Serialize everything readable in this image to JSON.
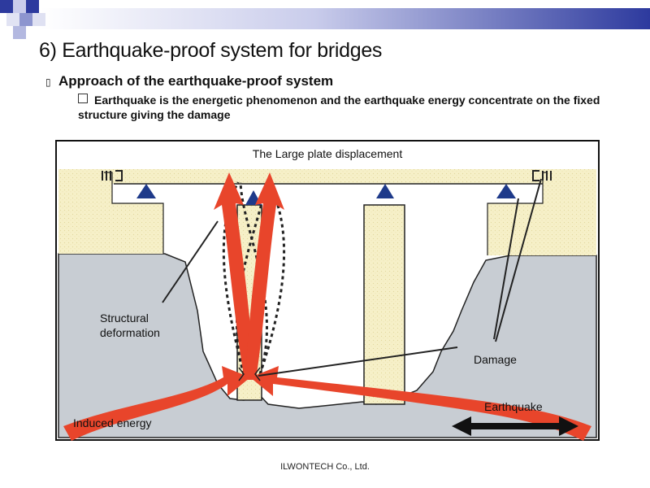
{
  "slide": {
    "title": "6) Earthquake-proof system for bridges",
    "bullet_level1": "Approach of the earthquake-proof system",
    "bullet_level2": "Earthquake is the energetic phenomenon and the earthquake energy concentrate on the fixed structure giving the damage"
  },
  "figure": {
    "label_top": "The Large plate displacement",
    "label_structural": [
      "Structural",
      "deformation"
    ],
    "label_damage": "Damage",
    "label_earthquake": "Earthquake",
    "label_induced": "Induced energy",
    "colors": {
      "deck": "#f6f0c8",
      "ground": "#c8cdd3",
      "arrow": "#e8452b",
      "bearing": "#1e3a8a"
    }
  },
  "footer": {
    "company": "ILWONTECH  Co., Ltd."
  },
  "theme": {
    "bar_color": "#2d3a9e"
  }
}
